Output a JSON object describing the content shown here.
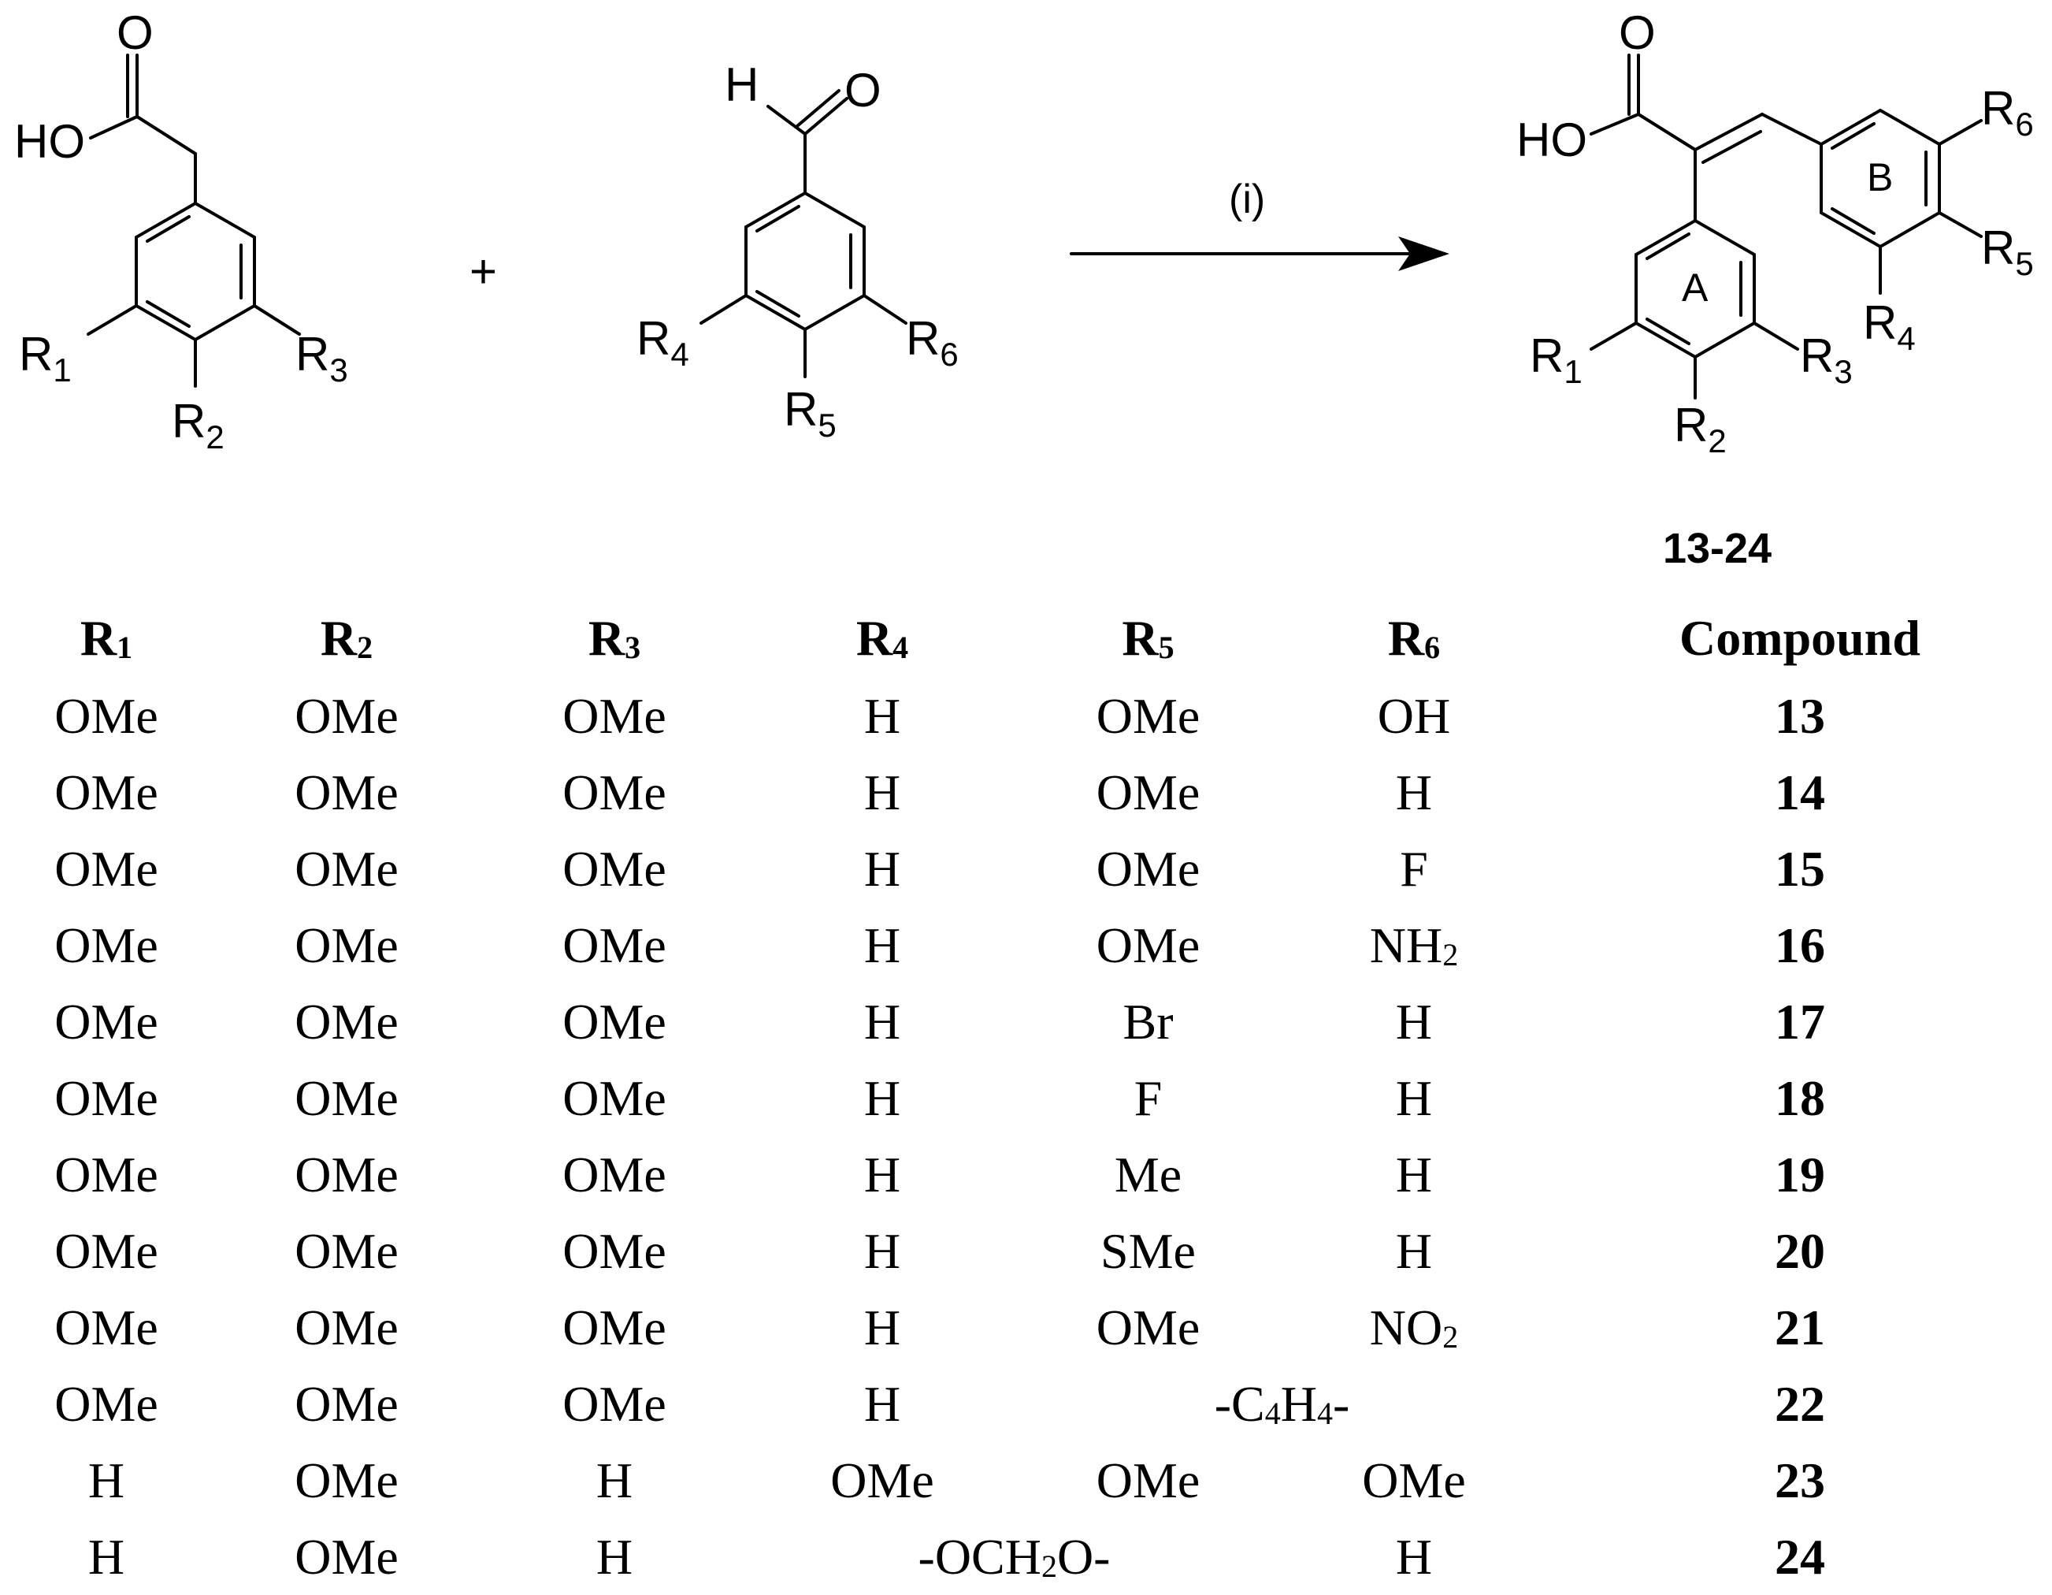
{
  "scheme": {
    "reactant1": {
      "carboxyl_O": "O",
      "carboxyl_HO": "HO",
      "substituents": [
        {
          "label": "R",
          "sub": "1"
        },
        {
          "label": "R",
          "sub": "2"
        },
        {
          "label": "R",
          "sub": "3"
        }
      ]
    },
    "plus": "+",
    "reactant2": {
      "aldehyde_H": "H",
      "aldehyde_O": "O",
      "substituents": [
        {
          "label": "R",
          "sub": "4"
        },
        {
          "label": "R",
          "sub": "5"
        },
        {
          "label": "R",
          "sub": "6"
        }
      ]
    },
    "conditions": "(i)",
    "product": {
      "carboxyl_O": "O",
      "carboxyl_HO": "HO",
      "ring_a": "A",
      "ring_b": "B",
      "substituents": [
        {
          "label": "R",
          "sub": "1"
        },
        {
          "label": "R",
          "sub": "2"
        },
        {
          "label": "R",
          "sub": "3"
        },
        {
          "label": "R",
          "sub": "4"
        },
        {
          "label": "R",
          "sub": "5"
        },
        {
          "label": "R",
          "sub": "6"
        }
      ]
    },
    "compound_range": "13-24"
  },
  "table": {
    "headers": [
      {
        "label": "R",
        "sub": "1"
      },
      {
        "label": "R",
        "sub": "2"
      },
      {
        "label": "R",
        "sub": "3"
      },
      {
        "label": "R",
        "sub": "4"
      },
      {
        "label": "R",
        "sub": "5"
      },
      {
        "label": "R",
        "sub": "6"
      },
      {
        "label": "Compound",
        "sub": ""
      }
    ],
    "rows": [
      {
        "r1": "OMe",
        "r2": "OMe",
        "r3": "OMe",
        "r4": "H",
        "r5": "OMe",
        "r6": "OH",
        "compound": "13"
      },
      {
        "r1": "OMe",
        "r2": "OMe",
        "r3": "OMe",
        "r4": "H",
        "r5": "OMe",
        "r6": "H",
        "compound": "14"
      },
      {
        "r1": "OMe",
        "r2": "OMe",
        "r3": "OMe",
        "r4": "H",
        "r5": "OMe",
        "r6": "F",
        "compound": "15"
      },
      {
        "r1": "OMe",
        "r2": "OMe",
        "r3": "OMe",
        "r4": "H",
        "r5": "OMe",
        "r6": "NH",
        "r6_sub": "2",
        "compound": "16"
      },
      {
        "r1": "OMe",
        "r2": "OMe",
        "r3": "OMe",
        "r4": "H",
        "r5": "Br",
        "r6": "H",
        "compound": "17"
      },
      {
        "r1": "OMe",
        "r2": "OMe",
        "r3": "OMe",
        "r4": "H",
        "r5": "F",
        "r6": "H",
        "compound": "18"
      },
      {
        "r1": "OMe",
        "r2": "OMe",
        "r3": "OMe",
        "r4": "H",
        "r5": "Me",
        "r6": "H",
        "compound": "19"
      },
      {
        "r1": "OMe",
        "r2": "OMe",
        "r3": "OMe",
        "r4": "H",
        "r5": "SMe",
        "r6": "H",
        "compound": "20"
      },
      {
        "r1": "OMe",
        "r2": "OMe",
        "r3": "OMe",
        "r4": "H",
        "r5": "OMe",
        "r6": "NO",
        "r6_sub": "2",
        "compound": "21"
      },
      {
        "r1": "OMe",
        "r2": "OMe",
        "r3": "OMe",
        "r4": "H",
        "r56_parts": [
          "-C",
          "4",
          "H",
          "4",
          "-"
        ],
        "compound": "22"
      },
      {
        "r1": "H",
        "r2": "OMe",
        "r3": "H",
        "r4": "OMe",
        "r5": "OMe",
        "r6": "OMe",
        "compound": "23"
      },
      {
        "r1": "H",
        "r2": "OMe",
        "r3": "H",
        "r45_parts": [
          "-OCH",
          "2",
          "O-"
        ],
        "r6": "H",
        "compound": "24"
      }
    ]
  }
}
